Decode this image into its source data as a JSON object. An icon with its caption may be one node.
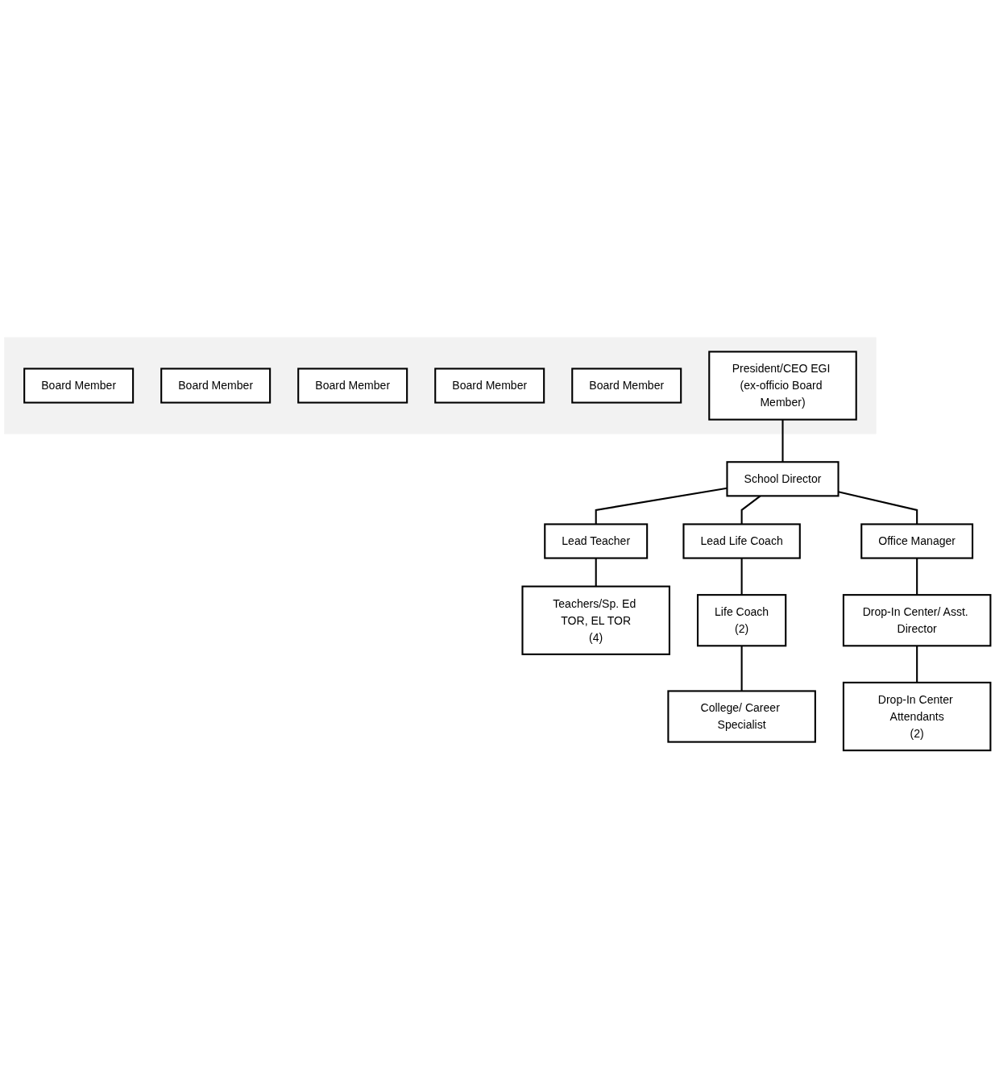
{
  "diagram": {
    "nodes": [
      {
        "text": [],
        "shape": "box"
      },
      {
        "text": [
          "Board Member"
        ],
        "in": 0
      },
      {
        "text": [
          "Board Member"
        ],
        "in": 0
      },
      {
        "text": [
          "Board Member"
        ],
        "in": 0
      },
      {
        "text": [
          "Board Member"
        ],
        "in": 0
      },
      {
        "text": [
          "Board Member"
        ],
        "in": 0
      },
      {
        "text": [
          "President/CEO EGI (ex-officio Board Member)"
        ],
        "in": 0
      },
      {
        "text": [
          "School Director"
        ]
      },
      {
        "text": [
          "Lead Teacher"
        ]
      },
      {
        "text": [
          "Lead Life Coach"
        ]
      },
      {
        "text": [
          "Office Manager"
        ]
      },
      {
        "text": [
          "Teachers/Sp. Ed TOR, EL TOR",
          "(4)"
        ]
      },
      {
        "text": [
          "Life Coach",
          "(2)"
        ]
      },
      {
        "text": [
          "College/ Career Specialist"
        ]
      },
      {
        "text": [
          "Drop-In Center/ Asst. Director"
        ]
      },
      {
        "text": [
          "Drop-In Center Attendants",
          "(2)"
        ]
      }
    ],
    "edges": [
      {
        "from": 6,
        "to": 7,
        "arrow": "none"
      },
      {
        "from": 7,
        "to": 8,
        "arrow": "none"
      },
      {
        "from": 7,
        "to": 9,
        "arrow": "none"
      },
      {
        "from": 7,
        "to": 10,
        "arrow": "none"
      },
      {
        "from": 8,
        "to": 11,
        "arrow": "none"
      },
      {
        "from": 9,
        "to": 12,
        "arrow": "none"
      },
      {
        "from": 12,
        "to": 13,
        "arrow": "none"
      },
      {
        "from": 10,
        "to": 14,
        "arrow": "none"
      },
      {
        "from": 14,
        "to": 15,
        "arrow": "none"
      }
    ]
  }
}
